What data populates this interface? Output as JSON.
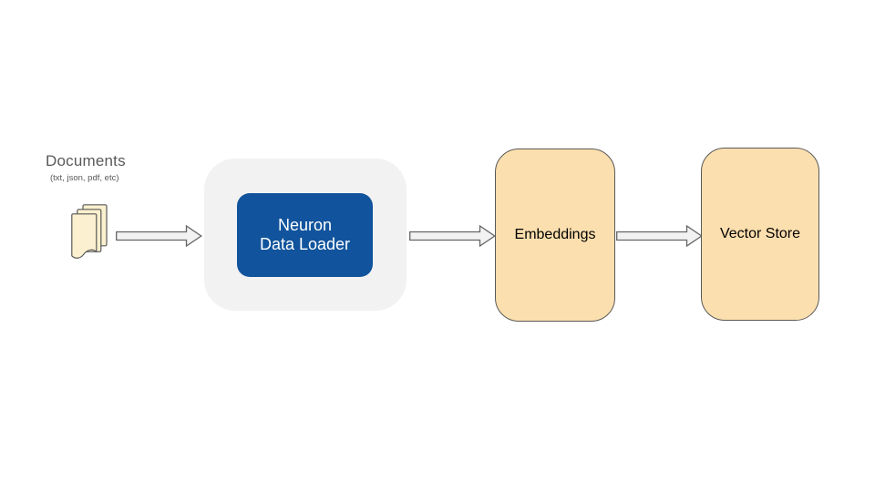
{
  "diagram": {
    "background_color": "#FFFFFF",
    "documents": {
      "title": "Documents",
      "subtitle": "(txt, json, pdf, etc)",
      "icon": "document-stack-icon",
      "icon_fill": "#FBF0CF",
      "icon_stroke": "#595959",
      "text_color": "#595959"
    },
    "loader": {
      "container_fill": "#F2F2F2",
      "label_line1": "Neuron",
      "label_line2": "Data Loader",
      "fill": "#11549D",
      "text_color": "#FFFFFF"
    },
    "embeddings": {
      "label": "Embeddings",
      "fill": "#FCDFAE",
      "stroke": "#595959",
      "text_color": "#000000"
    },
    "vector_store": {
      "label": "Vector Store",
      "fill": "#FCDFAE",
      "stroke": "#595959",
      "text_color": "#000000"
    },
    "arrows": {
      "fill": "#F2F2F2",
      "stroke": "#666666",
      "direction": "right",
      "flow": [
        "documents",
        "neuron-data-loader",
        "embeddings",
        "vector-store"
      ]
    }
  }
}
